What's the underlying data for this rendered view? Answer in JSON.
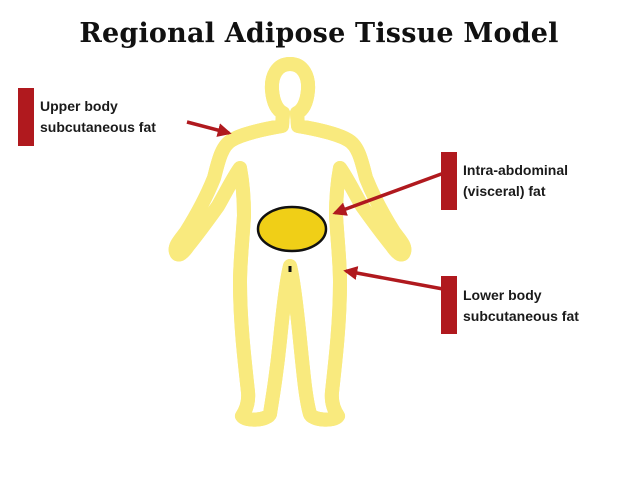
{
  "title": "Regional Adipose Tissue Model",
  "labels": {
    "upper": {
      "line1": "Upper body",
      "line2": "subcutaneous fat"
    },
    "visceral": {
      "line1": "Intra-abdominal",
      "line2": "(visceral) fat"
    },
    "lower": {
      "line1": "Lower body",
      "line2": "subcutaneous fat"
    }
  },
  "colors": {
    "skin": "#f7dcbe",
    "fat_glow": "#f9ea7e",
    "visceral_fat": "#f0cf17",
    "accent": "#b0191e",
    "outline": "#111111"
  }
}
